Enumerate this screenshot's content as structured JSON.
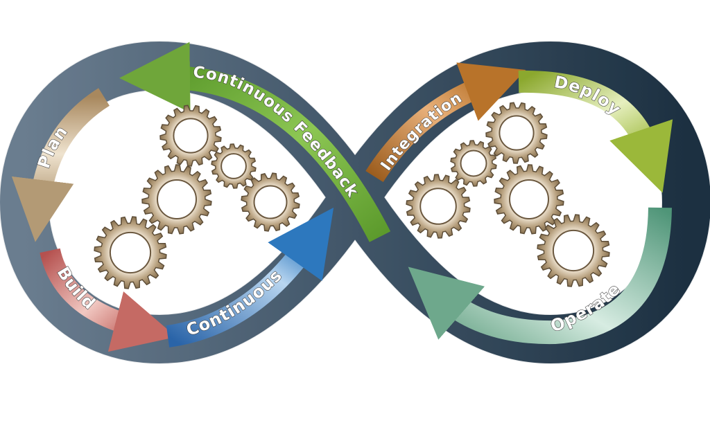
{
  "diagram": {
    "stages": {
      "plan": "Plan",
      "build": "Build",
      "continuous_left": "Continuous",
      "continuous_feedback": "Continuous Feedback",
      "integration": "Integration",
      "deploy": "Deploy",
      "operate": "Operate"
    },
    "colors": {
      "band_left": "#6a7d8d",
      "band_right": "#22384a",
      "plan": "#b89a72",
      "build": "#c46b6b",
      "continuous": "#2f75b8",
      "feedback": "#6fa63a",
      "integration": "#b8732a",
      "deploy": "#9bb83a",
      "operate": "#6ea88c",
      "gear": "#b09a78"
    },
    "icons": [
      "gear-icon"
    ]
  }
}
